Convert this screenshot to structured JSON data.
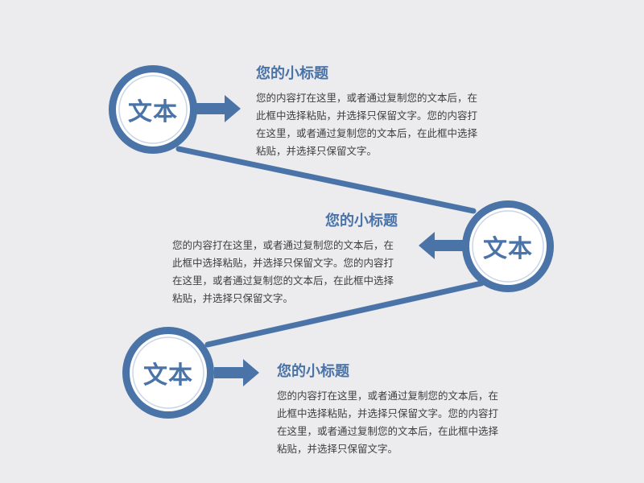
{
  "colors": {
    "accent": "#4a73a8",
    "inner_fill": "#ffffff",
    "inner_ring": "#c8d6e8",
    "background": "#ececee",
    "body_text": "#3e3e3e"
  },
  "nodes": [
    {
      "label": "文本"
    },
    {
      "label": "文本"
    },
    {
      "label": "文本"
    }
  ],
  "blocks": [
    {
      "title": "您的小标题",
      "body": "您的内容打在这里，或者通过复制您的文本后，在此框中选择粘贴，并选择只保留文字。您的内容打在这里，或者通过复制您的文本后，在此框中选择粘贴，并选择只保留文字。"
    },
    {
      "title": "您的小标题",
      "body": "您的内容打在这里，或者通过复制您的文本后，在此框中选择粘贴，并选择只保留文字。您的内容打在这里，或者通过复制您的文本后，在此框中选择粘贴，并选择只保留文字。"
    },
    {
      "title": "您的小标题",
      "body": "您的内容打在这里，或者通过复制您的文本后，在此框中选择粘贴，并选择只保留文字。您的内容打在这里，或者通过复制您的文本后，在此框中选择粘贴，并选择只保留文字。"
    }
  ]
}
